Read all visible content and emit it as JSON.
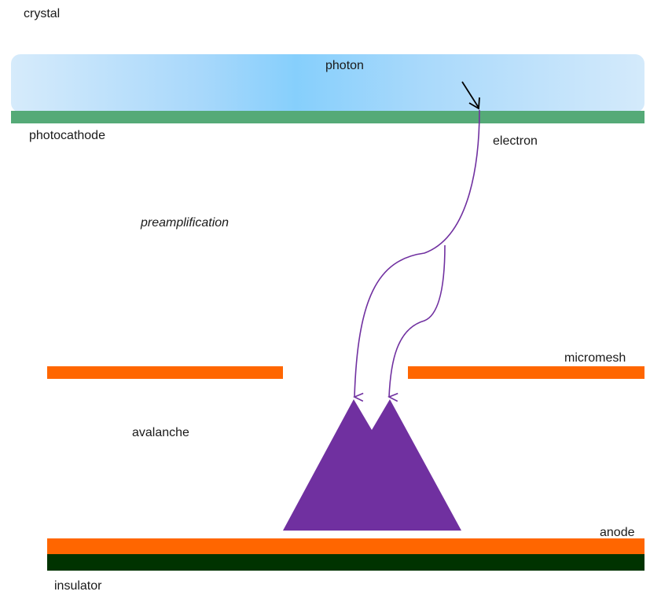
{
  "labels": {
    "crystal": "crystal",
    "photon": "photon",
    "photocathode": "photocathode",
    "electron": "electron",
    "preamplification": "preamplification",
    "micromesh": "micromesh",
    "avalanche": "avalanche",
    "anode": "anode",
    "insulator": "insulator"
  },
  "colors": {
    "photocathode": "#55aa77",
    "mesh": "#ff6600",
    "anode": "#ff6600",
    "insulator": "#003300",
    "avalanche": "#7030a0",
    "electron_path": "#7030a0",
    "photon_arrow": "#000000"
  }
}
